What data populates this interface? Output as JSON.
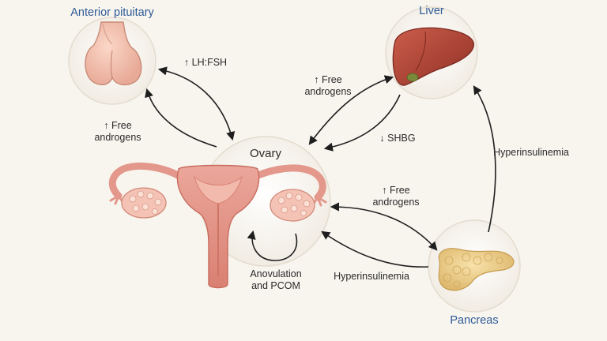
{
  "organs": {
    "pituitary": {
      "title": "Anterior pituitary"
    },
    "liver": {
      "title": "Liver"
    },
    "ovary": {
      "title": "Ovary"
    },
    "pancreas": {
      "title": "Pancreas"
    }
  },
  "labels": {
    "lh_fsh": "↑ LH:FSH",
    "free_androgens_pituitary": [
      "↑ Free",
      "androgens"
    ],
    "free_androgens_liver": [
      "↑ Free",
      "androgens"
    ],
    "shbg": "↓ SHBG",
    "free_androgens_pancreas": [
      "↑ Free",
      "androgens"
    ],
    "hyperinsulinemia_liver": "Hyperinsulinemia",
    "hyperinsulinemia_ovary": "Hyperinsulinemia",
    "anovulation": [
      "Anovulation",
      "and PCOM"
    ]
  },
  "colors": {
    "title": "#2e5a96",
    "arrow": "#1e1e1e",
    "uterus": "#e59a8f",
    "liver": "#b8483a",
    "pancreas": "#ecc882"
  }
}
